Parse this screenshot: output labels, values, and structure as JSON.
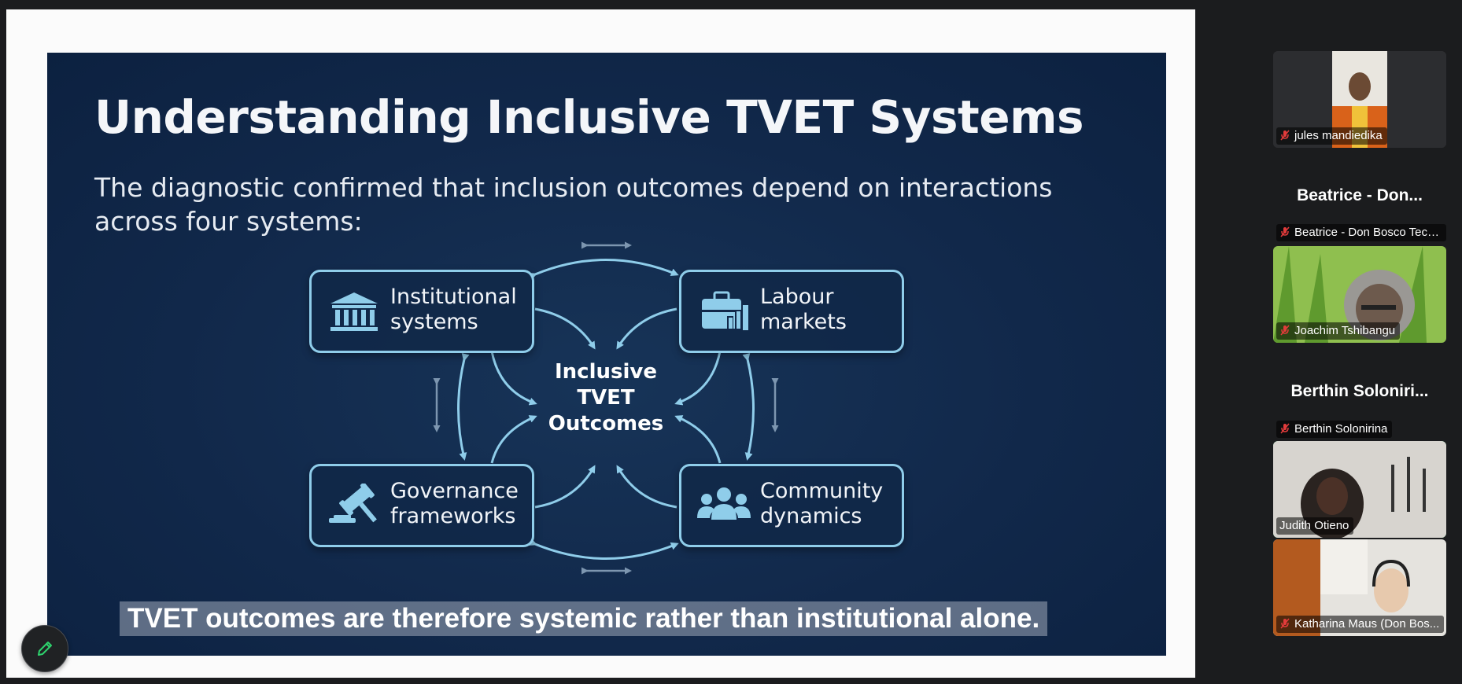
{
  "slide": {
    "title": "Understanding Inclusive TVET Systems",
    "subtitle": "The diagnostic confirmed that inclusion outcomes depend on interactions across four systems:",
    "center": "Inclusive TVET Outcomes",
    "boxes": {
      "institutional": "Institutional systems",
      "labour": "Labour markets",
      "governance": "Governance frameworks",
      "community": "Community dynamics"
    },
    "caption": "TVET outcomes are therefore systemic rather than institutional alone.",
    "colors": {
      "background": "#11284a",
      "box_border": "#8fcdea",
      "accent_icon": "#8fcdea"
    }
  },
  "participants": [
    {
      "name": "jules mandiedika",
      "muted": true,
      "video": true
    },
    {
      "heading": "Beatrice - Don...",
      "name": "Beatrice - Don Bosco Tech...",
      "muted": true,
      "video": false
    },
    {
      "name": "Joachim Tshibangu",
      "muted": true,
      "video": true
    },
    {
      "heading": "Berthin Soloniri...",
      "name": "Berthin Solonirina",
      "muted": true,
      "video": false
    },
    {
      "name": "Judith Otieno",
      "muted": false,
      "video": true,
      "active_speaker": true
    },
    {
      "name": "Katharina Maus (Don Bos...",
      "muted": true,
      "video": true
    }
  ],
  "controls": {
    "annotate_icon": "pencil-icon"
  }
}
